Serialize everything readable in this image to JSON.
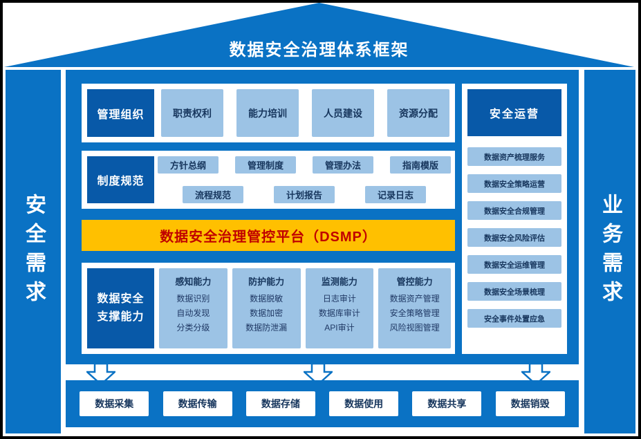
{
  "title": "数据安全治理体系框架",
  "left_bar": "安全需求",
  "right_bar": "业务需求",
  "management": {
    "label": "管理组织",
    "items": [
      "职责权利",
      "能力培训",
      "人员建设",
      "资源分配"
    ]
  },
  "regulation": {
    "label": "制度规范",
    "row1": [
      "方针总纲",
      "管理制度",
      "管理办法",
      "指南模版"
    ],
    "row2": [
      "流程规范",
      "计划报告",
      "记录日志"
    ]
  },
  "platform": "数据安全治理管控平台（DSMP）",
  "capabilities": {
    "label_line1": "数据安全",
    "label_line2": "支撑能力",
    "columns": [
      {
        "header": "感知能力",
        "items": [
          "数据识别",
          "自动发现",
          "分类分级"
        ]
      },
      {
        "header": "防护能力",
        "items": [
          "数据脱敏",
          "数据加密",
          "数据防泄漏"
        ]
      },
      {
        "header": "监测能力",
        "items": [
          "日志审计",
          "数据库审计",
          "API审计"
        ]
      },
      {
        "header": "管控能力",
        "items": [
          "数据资产管理",
          "安全策略管理",
          "风险视图管理"
        ]
      }
    ]
  },
  "operation": {
    "label": "安全运营",
    "items": [
      "数据资产梳理服务",
      "数据安全策略运营",
      "数据安全合规管理",
      "数据安全风险评估",
      "数据安全运维管理",
      "数据安全场景梳理",
      "安全事件处置应急"
    ]
  },
  "lifecycle": [
    "数据采集",
    "数据传输",
    "数据存储",
    "数据使用",
    "数据共享",
    "数据销毁"
  ],
  "colors": {
    "primary_blue": "#0A72C4",
    "dark_blue": "#0859A8",
    "light_blue": "#9CC3E5",
    "orange": "#FFC000",
    "banner_text": "#C00000",
    "text_navy": "#17365D"
  }
}
